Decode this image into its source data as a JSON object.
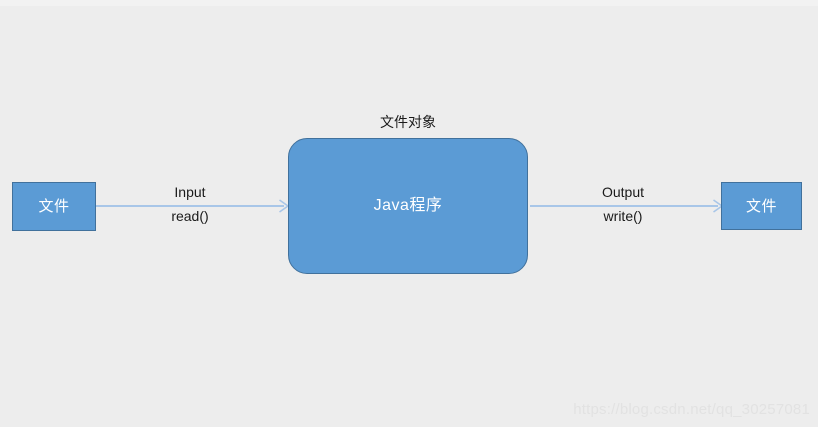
{
  "diagram": {
    "background_color": "#ededed",
    "node_fill_color": "#5b9bd5",
    "node_border_color": "#41719c",
    "connector_color": "#a8c6e8",
    "nodes": {
      "file_input": {
        "label": "文件"
      },
      "java_program": {
        "label": "Java程序"
      },
      "file_output": {
        "label": "文件"
      }
    },
    "labels": {
      "file_object": "文件对象"
    },
    "edges": {
      "input": {
        "label_above": "Input",
        "label_below": "read()"
      },
      "output": {
        "label_above": "Output",
        "label_below": "write()"
      }
    }
  },
  "watermark": {
    "text": "https://blog.csdn.net/qq_30257081"
  }
}
